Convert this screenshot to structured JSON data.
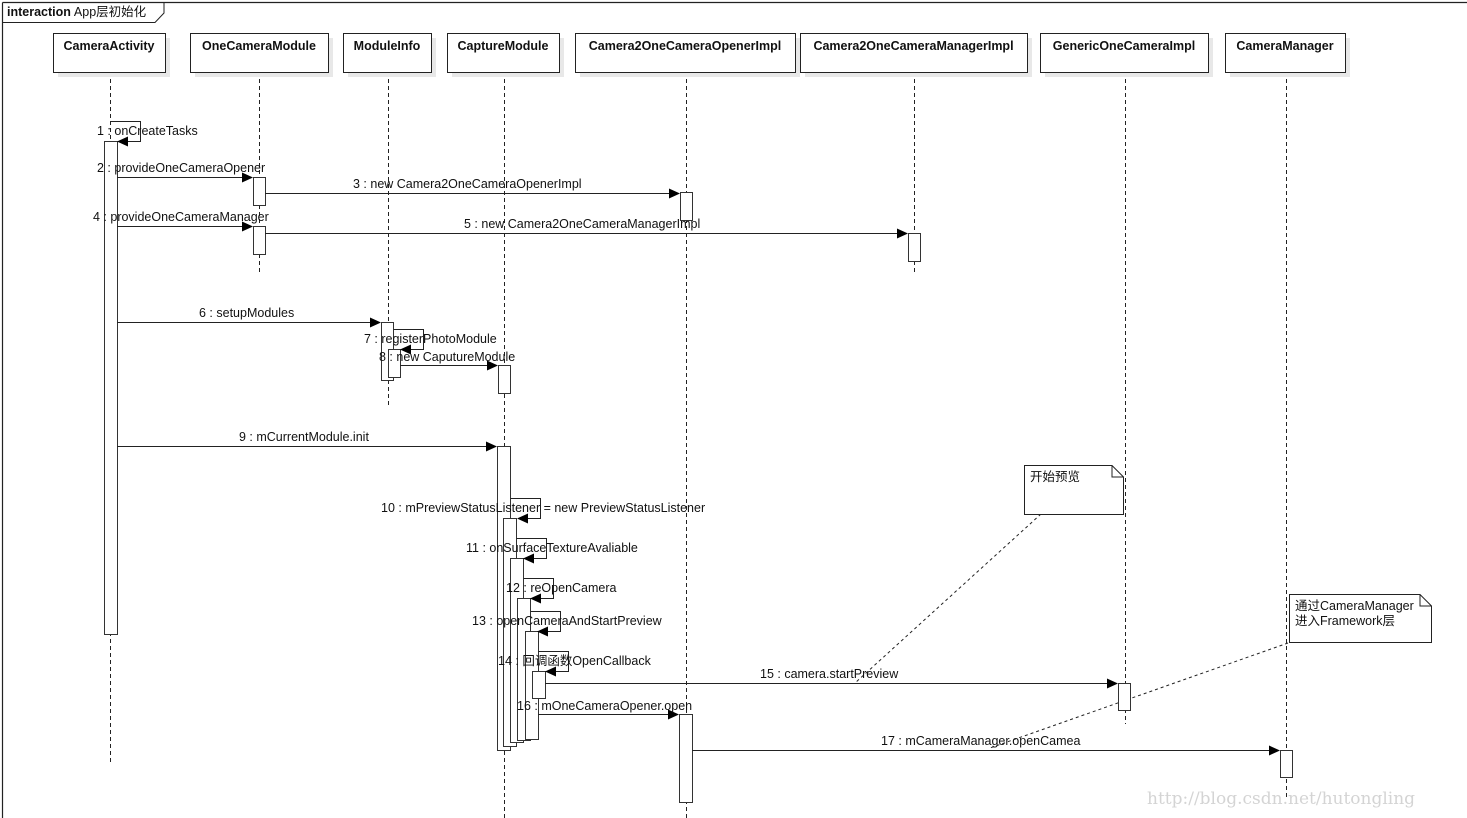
{
  "frame": {
    "keyword": "interaction",
    "title": "App层初始化"
  },
  "lifelines": [
    {
      "id": "CameraActivity",
      "label": "CameraActivity"
    },
    {
      "id": "OneCameraModule",
      "label": "OneCameraModule"
    },
    {
      "id": "ModuleInfo",
      "label": "ModuleInfo"
    },
    {
      "id": "CaptureModule",
      "label": "CaptureModule"
    },
    {
      "id": "Camera2OneCameraOpenerImpl",
      "label": "Camera2OneCameraOpenerImpl"
    },
    {
      "id": "Camera2OneCameraManagerImpl",
      "label": "Camera2OneCameraManagerImpl"
    },
    {
      "id": "GenericOneCameraImpl",
      "label": "GenericOneCameraImpl"
    },
    {
      "id": "CameraManager",
      "label": "CameraManager"
    }
  ],
  "messages": [
    {
      "seq": 1,
      "label": "1 : onCreateTasks",
      "from": "CameraActivity",
      "to": "CameraActivity",
      "self": true
    },
    {
      "seq": 2,
      "label": "2 : provideOneCameraOpener",
      "from": "CameraActivity",
      "to": "OneCameraModule"
    },
    {
      "seq": 3,
      "label": "3 : new Camera2OneCameraOpenerImpl",
      "from": "OneCameraModule",
      "to": "Camera2OneCameraOpenerImpl"
    },
    {
      "seq": 4,
      "label": "4 : provideOneCameraManager",
      "from": "CameraActivity",
      "to": "OneCameraModule"
    },
    {
      "seq": 5,
      "label": "5 : new Camera2OneCameraManagerImpl",
      "from": "OneCameraModule",
      "to": "Camera2OneCameraManagerImpl"
    },
    {
      "seq": 6,
      "label": "6 : setupModules",
      "from": "CameraActivity",
      "to": "ModuleInfo"
    },
    {
      "seq": 7,
      "label": "7 : registerPhotoModule",
      "from": "ModuleInfo",
      "to": "ModuleInfo",
      "self": true
    },
    {
      "seq": 8,
      "label": "8 : new CaputureModule",
      "from": "ModuleInfo",
      "to": "CaptureModule"
    },
    {
      "seq": 9,
      "label": "9 : mCurrentModule.init",
      "from": "CameraActivity",
      "to": "CaptureModule"
    },
    {
      "seq": 10,
      "label": "10 : mPreviewStatusListener = new PreviewStatusListener",
      "from": "CaptureModule",
      "to": "CaptureModule",
      "self": true
    },
    {
      "seq": 11,
      "label": "11 : onSurfaceTextureAvaliable",
      "from": "CaptureModule",
      "to": "CaptureModule",
      "self": true
    },
    {
      "seq": 12,
      "label": "12 : reOpenCamera",
      "from": "CaptureModule",
      "to": "CaptureModule",
      "self": true
    },
    {
      "seq": 13,
      "label": "13 : openCameraAndStartPreview",
      "from": "CaptureModule",
      "to": "CaptureModule",
      "self": true
    },
    {
      "seq": 14,
      "label": "14 : 回调函数OpenCallback",
      "from": "CaptureModule",
      "to": "CaptureModule",
      "self": true
    },
    {
      "seq": 15,
      "label": "15 : camera.startPreview",
      "from": "CaptureModule",
      "to": "GenericOneCameraImpl"
    },
    {
      "seq": 16,
      "label": "16 : mOneCameraOpener.open",
      "from": "CaptureModule",
      "to": "Camera2OneCameraOpenerImpl"
    },
    {
      "seq": 17,
      "label": "17 : mCameraManager.openCamea",
      "from": "Camera2OneCameraOpenerImpl",
      "to": "CameraManager"
    }
  ],
  "notes": [
    {
      "id": "note-start-preview",
      "lines": [
        "开始预览"
      ]
    },
    {
      "id": "note-framework",
      "lines": [
        "通过CameraManager",
        "进入Framework层"
      ]
    }
  ],
  "watermark": "http://blog.csdn.net/hutongling"
}
